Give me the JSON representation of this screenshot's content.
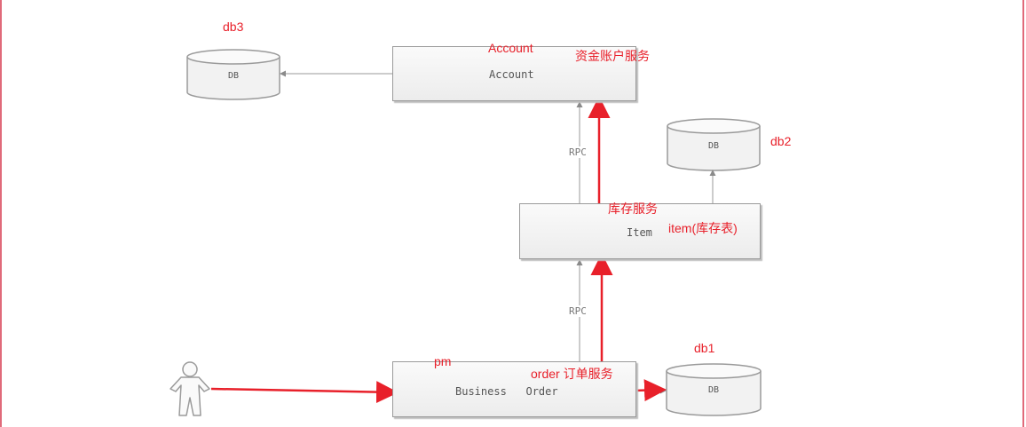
{
  "colors": {
    "annotation_red": "#e8202a",
    "frame_pink": "#e06a7a",
    "gray_line": "#9a9a9a",
    "box_fill": "#f2f2f2"
  },
  "boxes": {
    "account": "Account",
    "item": "Item",
    "business_order": "Business   Order"
  },
  "databases": {
    "db3": "DB",
    "db2": "DB",
    "db1": "DB"
  },
  "edges": {
    "rpc_top": "RPC",
    "rpc_bottom": "RPC"
  },
  "annotations": {
    "db3": "db3",
    "account": "Account",
    "account_service": "资金账户服务",
    "db2": "db2",
    "inventory_service": "库存服务",
    "item_table": "item(库存表)",
    "pm": "pm",
    "order_service": "order 订单服务",
    "db1": "db1"
  },
  "icons": {
    "user": "stick-figure-actor-icon"
  }
}
